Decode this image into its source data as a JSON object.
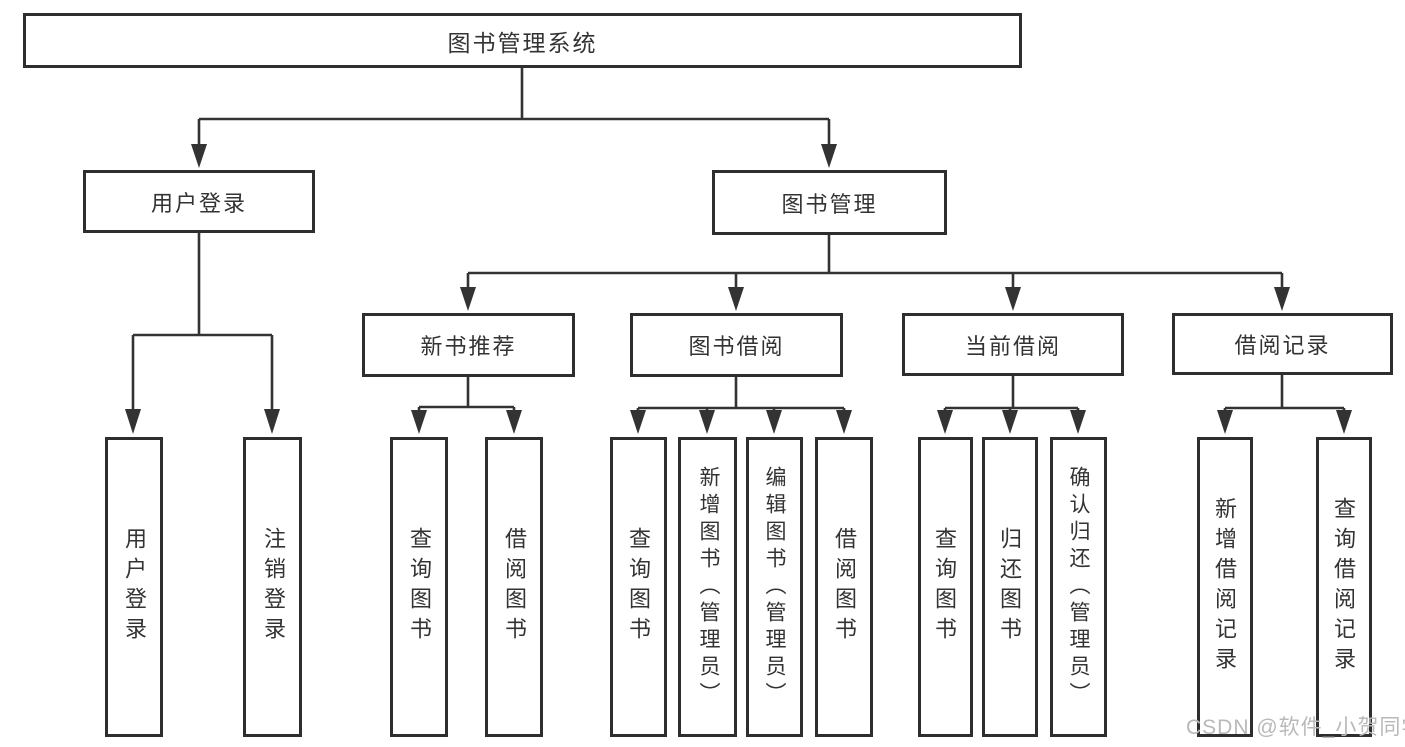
{
  "diagram": {
    "root": {
      "label": "图书管理系统"
    },
    "branches": [
      {
        "label": "用户登录",
        "leaves": [
          {
            "label": "用户登录"
          },
          {
            "label": "注销登录"
          }
        ]
      },
      {
        "label": "图书管理",
        "groups": [
          {
            "label": "新书推荐",
            "leaves": [
              {
                "label": "查询图书"
              },
              {
                "label": "借阅图书"
              }
            ]
          },
          {
            "label": "图书借阅",
            "leaves": [
              {
                "label": "查询图书"
              },
              {
                "label": "新增图书（管理员）"
              },
              {
                "label": "编辑图书（管理员）"
              },
              {
                "label": "借阅图书"
              }
            ]
          },
          {
            "label": "当前借阅",
            "leaves": [
              {
                "label": "查询图书"
              },
              {
                "label": "归还图书"
              },
              {
                "label": "确认归还（管理员）"
              }
            ]
          },
          {
            "label": "借阅记录",
            "leaves": [
              {
                "label": "新增借阅记录"
              },
              {
                "label": "查询借阅记录"
              }
            ]
          }
        ]
      }
    ]
  },
  "watermark": {
    "text": "CSDN @软件_小贺同学"
  },
  "colors": {
    "line": "#333333",
    "box_border": "#2e2e2e",
    "text": "#333333",
    "watermark": "#b9b9b9",
    "background": "#ffffff"
  }
}
